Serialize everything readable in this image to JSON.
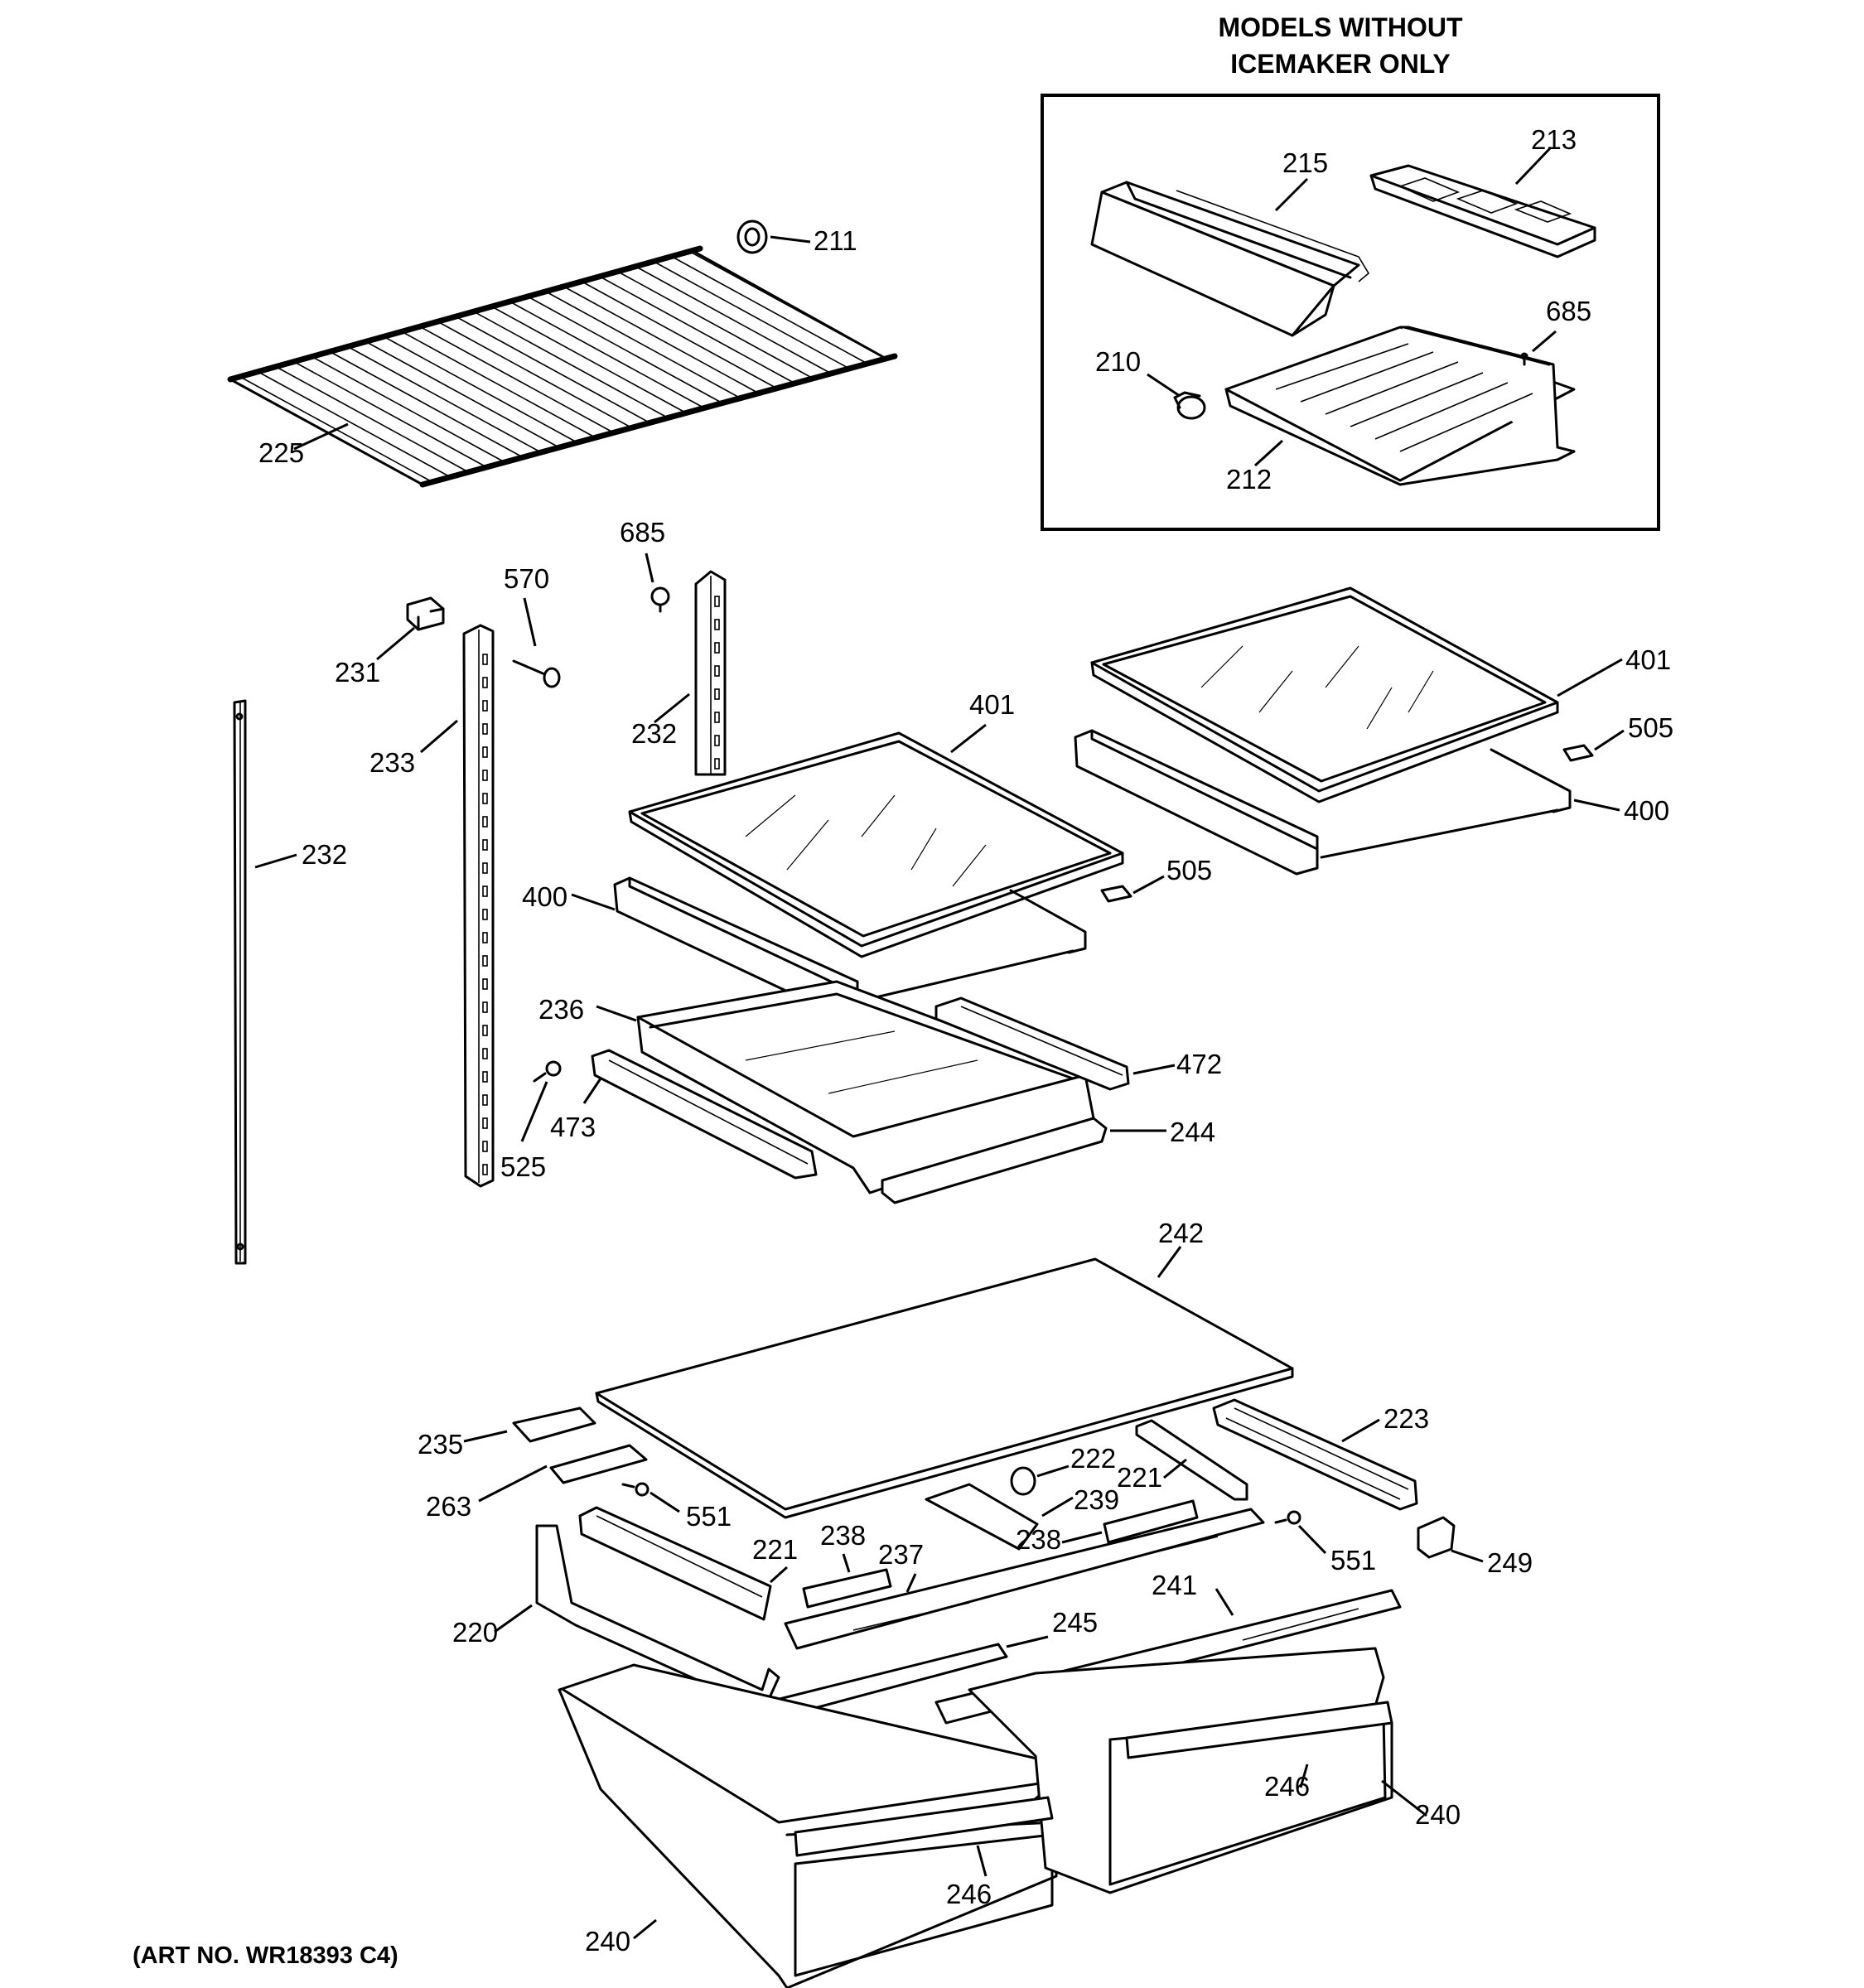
{
  "inset": {
    "title_line1": "MODELS WITHOUT",
    "title_line2": "ICEMAKER ONLY"
  },
  "art_number": "(ART NO. WR18393 C4)",
  "callouts": {
    "c211": "211",
    "c225": "225",
    "c215": "215",
    "c213": "213",
    "c685a": "685",
    "c210": "210",
    "c212": "212",
    "c685b": "685",
    "c570": "570",
    "c231": "231",
    "c232a": "232",
    "c233": "233",
    "c232b": "232",
    "c401a": "401",
    "c401b": "401",
    "c505a": "505",
    "c400a": "400",
    "c505b": "505",
    "c400b": "400",
    "c236": "236",
    "c472": "472",
    "c473": "473",
    "c244": "244",
    "c525": "525",
    "c242": "242",
    "c223": "223",
    "c235": "235",
    "c222": "222",
    "c263": "263",
    "c221a": "221",
    "c239": "239",
    "c551a": "551",
    "c238a": "238",
    "c238b": "238",
    "c551b": "551",
    "c221b": "221",
    "c237": "237",
    "c241": "241",
    "c249": "249",
    "c220": "220",
    "c245": "245",
    "c246a": "246",
    "c240a": "240",
    "c246b": "246",
    "c240b": "240"
  }
}
